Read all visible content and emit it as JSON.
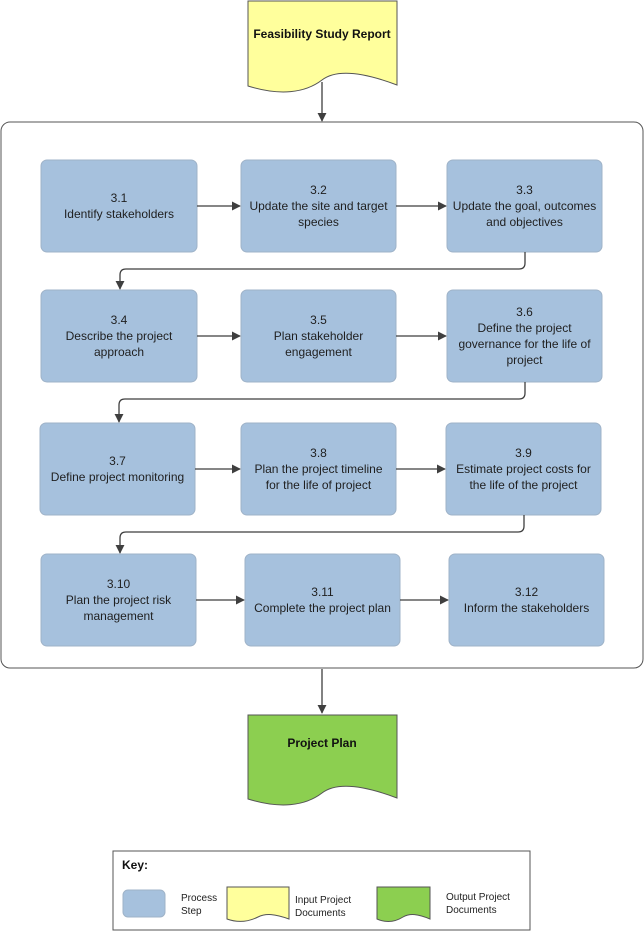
{
  "input_document": {
    "label": "Feasibility Study Report"
  },
  "output_document": {
    "label": "Project Plan"
  },
  "colors": {
    "process": "#a6c1dd",
    "process_border": "#9fb3c8",
    "input": "#ffff9c",
    "output": "#8ccf50",
    "line": "#3f3f3f"
  },
  "steps": [
    {
      "number": "3.1",
      "lines": [
        "Identify stakeholders"
      ]
    },
    {
      "number": "3.2",
      "lines": [
        "Update the site and target",
        "species"
      ]
    },
    {
      "number": "3.3",
      "lines": [
        "Update the goal, outcomes",
        "and objectives"
      ]
    },
    {
      "number": "3.4",
      "lines": [
        "Describe the project",
        "approach"
      ]
    },
    {
      "number": "3.5",
      "lines": [
        "Plan stakeholder",
        "engagement"
      ]
    },
    {
      "number": "3.6",
      "lines": [
        "Define the project",
        "governance for the life of",
        "project"
      ]
    },
    {
      "number": "3.7",
      "lines": [
        "Define project monitoring"
      ]
    },
    {
      "number": "3.8",
      "lines": [
        "Plan the project timeline",
        "for the life of project"
      ]
    },
    {
      "number": "3.9",
      "lines": [
        "Estimate project costs for",
        "the life of the project"
      ]
    },
    {
      "number": "3.10",
      "lines": [
        "Plan the project risk",
        "management"
      ]
    },
    {
      "number": "3.11",
      "lines": [
        "Complete the project plan"
      ]
    },
    {
      "number": "3.12",
      "lines": [
        "Inform the stakeholders"
      ]
    }
  ],
  "key": {
    "title": "Key:",
    "items": [
      {
        "type": "process",
        "lines": [
          "Process",
          "Step"
        ]
      },
      {
        "type": "input",
        "lines": [
          "Input Project",
          "Documents"
        ]
      },
      {
        "type": "output",
        "lines": [
          "Output Project",
          "Documents"
        ]
      }
    ]
  }
}
